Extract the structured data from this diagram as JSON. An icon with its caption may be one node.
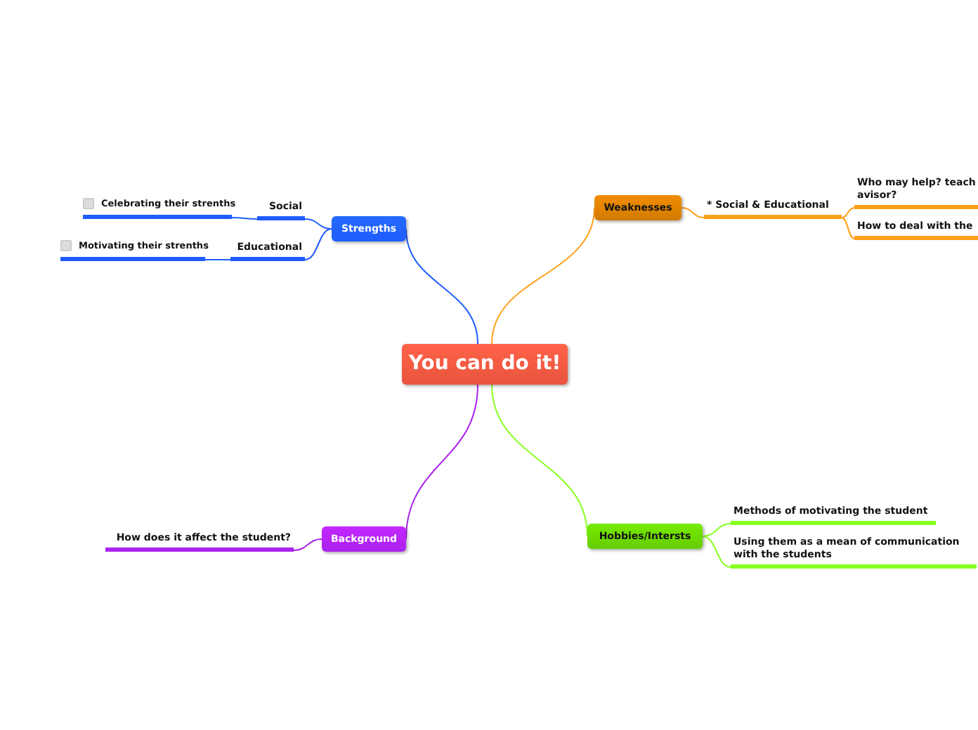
{
  "diagram": {
    "nodes": [
      {
        "text": [
          "You can do it!"
        ]
      },
      {
        "text": [
          "Strengths"
        ]
      },
      {
        "text": [
          "Social"
        ]
      },
      {
        "text": [
          "Celebrating their strenths"
        ]
      },
      {
        "text": [
          "Educational"
        ]
      },
      {
        "text": [
          "Motivating their strenths"
        ]
      },
      {
        "text": [
          "Weaknesses"
        ]
      },
      {
        "text": [
          "* Social & Educational"
        ]
      },
      {
        "text": [
          "Who may help? teach avisor?"
        ]
      },
      {
        "text": [
          "How to deal with the"
        ]
      },
      {
        "text": [
          "Hobbies/Intersts"
        ]
      },
      {
        "text": [
          "Methods of motivating the student"
        ]
      },
      {
        "text": [
          "Using them as a mean of communication with the students"
        ]
      },
      {
        "text": [
          "Background"
        ]
      },
      {
        "text": [
          "How does it affect the student?"
        ]
      }
    ],
    "edges": [
      {
        "from": 0,
        "to": 1,
        "arrow": "none",
        "color": "#1f5cff"
      },
      {
        "from": 1,
        "to": 2,
        "arrow": "none",
        "color": "#1f5cff"
      },
      {
        "from": 2,
        "to": 3,
        "arrow": "none",
        "color": "#1f5cff"
      },
      {
        "from": 1,
        "to": 4,
        "arrow": "none",
        "color": "#1f5cff"
      },
      {
        "from": 4,
        "to": 5,
        "arrow": "none",
        "color": "#1f5cff"
      },
      {
        "from": 0,
        "to": 6,
        "arrow": "none",
        "color": "#ff9f1a"
      },
      {
        "from": 6,
        "to": 7,
        "arrow": "none",
        "color": "#ff9f1a"
      },
      {
        "from": 7,
        "to": 8,
        "arrow": "none",
        "color": "#ff9f1a"
      },
      {
        "from": 7,
        "to": 9,
        "arrow": "none",
        "color": "#ff9f1a"
      },
      {
        "from": 0,
        "to": 10,
        "arrow": "none",
        "color": "#88ff22"
      },
      {
        "from": 10,
        "to": 11,
        "arrow": "none",
        "color": "#88ff22"
      },
      {
        "from": 10,
        "to": 12,
        "arrow": "none",
        "color": "#88ff22"
      },
      {
        "from": 0,
        "to": 13,
        "arrow": "none",
        "color": "#aa22ee"
      },
      {
        "from": 13,
        "to": 14,
        "arrow": "none",
        "color": "#aa22ee"
      }
    ]
  }
}
